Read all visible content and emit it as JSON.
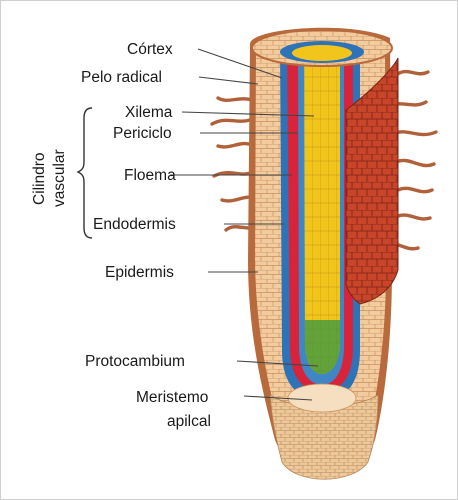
{
  "labels": {
    "cortex": "Córtex",
    "root_hair": "Pelo radical",
    "xylem": "Xilema",
    "pericycle": "Periciclo",
    "phloem": "Floema",
    "endodermis": "Endodermis",
    "epidermis": "Epidermis",
    "procambium": "Protocambium",
    "meristem_line1": "Meristemo",
    "meristem_line2": "apilcal",
    "vascular_cylinder_line1": "Cilindro",
    "vascular_cylinder_line2": "vascular"
  },
  "colors": {
    "cortex": "#f2cc9e",
    "cell_lines": "#c99060",
    "epidermis_outer": "#b86a3c",
    "xylem": "#f2c51c",
    "phloem": "#d8243a",
    "endodermis": "#2e72b8",
    "procambium": "#4a9a3e",
    "cut_face": "#c8452a",
    "root_hair": "#b0613a",
    "leader": "#444444"
  }
}
